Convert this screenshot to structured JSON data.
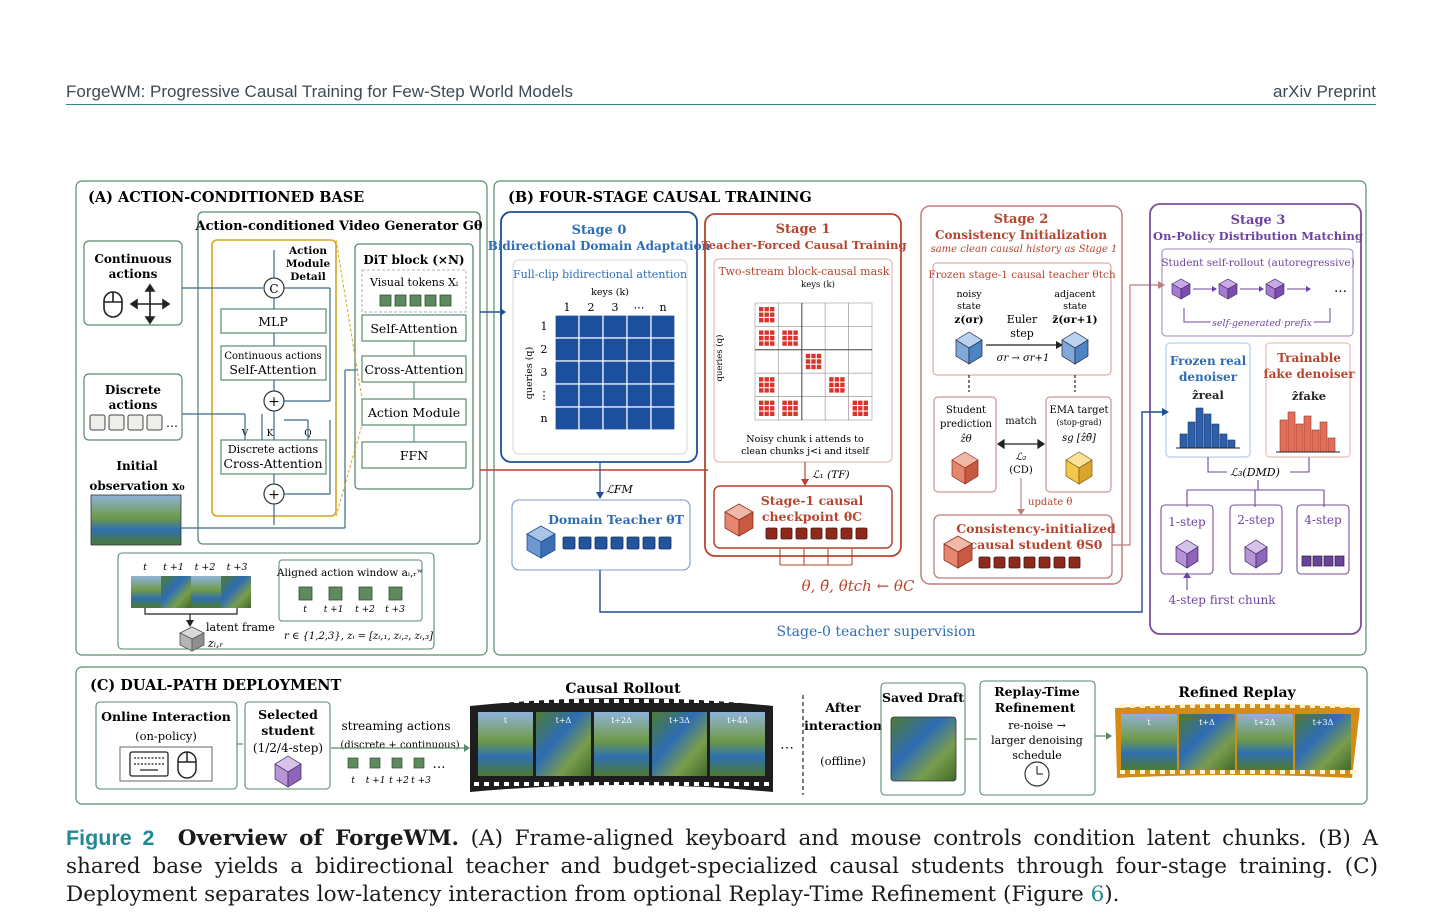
{
  "header": {
    "left": "ForgeWM: Progressive Causal Training for Few-Step World Models",
    "right": "arXiv Preprint"
  },
  "panel_a": {
    "title": "(A) ACTION-CONDITIONED BASE",
    "generator_title": "Action-conditioned Video Generator Gθ",
    "continuous_actions": [
      "Continuous",
      "actions"
    ],
    "discrete_actions": [
      "Discrete",
      "actions"
    ],
    "initial_observation": [
      "Initial",
      "observation x₀"
    ],
    "amd": [
      "Action",
      "Module",
      "Detail"
    ],
    "concat": "C",
    "mlp": "MLP",
    "cont_self_attn": [
      "Continuous actions",
      "Self-Attention"
    ],
    "disc_cross_attn": [
      "Discrete actions",
      "Cross-Attention"
    ],
    "plus": "+",
    "vkq": [
      "V",
      "K",
      "Q"
    ],
    "dit_title": "DiT block (×N)",
    "visual_tokens": "Visual tokens Xᵢ",
    "dit_blocks": [
      "Self-Attention",
      "Cross-Attention",
      "Action Module",
      "FFN"
    ],
    "timesteps": [
      "t",
      "t +1",
      "t +2",
      "t +3"
    ],
    "aligned_window": "Aligned action window aᵢ,ᵣʷ",
    "latent_frame": [
      "latent frame",
      "zᵢ,ᵣ"
    ],
    "r_formula": "r ∈ {1,2,3}, zᵢ = [zᵢ,₁, zᵢ,₂, zᵢ,₃]"
  },
  "panel_b": {
    "title": "(B) FOUR-STAGE CAUSAL TRAINING",
    "stage0": {
      "title": "Stage 0",
      "subtitle": "Bidirectional Domain Adaptation",
      "attn_title": "Full-clip bidirectional attention",
      "keys": "keys (k)",
      "queries": "queries (q)",
      "cols": [
        "1",
        "2",
        "3",
        "⋯",
        "n"
      ],
      "rows": [
        "1",
        "2",
        "3",
        "⋮",
        "n"
      ],
      "loss": "ℒFM",
      "teacher": "Domain Teacher θT"
    },
    "stage1": {
      "title": "Stage 1",
      "subtitle": "Teacher-Forced Causal Training",
      "mask_title": "Two-stream block-causal mask",
      "keys": "keys (k)",
      "queries": "queries (q)",
      "note": [
        "Noisy chunk i attends to",
        "clean chunks j<i and itself"
      ],
      "loss": "ℒ₁ (TF)",
      "checkpoint": [
        "Stage-1 causal",
        "checkpoint θC"
      ],
      "init": "θ, θ̄, θtch ← θC"
    },
    "stage2": {
      "title": "Stage 2",
      "subtitle": "Consistency Initialization",
      "note": "same clean causal history as Stage 1",
      "frozen": "Frozen stage-1 causal teacher θtch",
      "noisy": [
        "noisy",
        "state",
        "z(σr)"
      ],
      "euler": [
        "Euler",
        "step"
      ],
      "sigma": "σr → σr+1",
      "adjacent": [
        "adjacent",
        "state",
        "z̃(σr+1)"
      ],
      "student": [
        "Student",
        "prediction",
        "ẑθ"
      ],
      "match": "match",
      "ema": [
        "EMA target",
        "(stop-grad)",
        "sg [ẑθ̄]"
      ],
      "loss": [
        "ℒ₂",
        "(CD)"
      ],
      "update": "update θ",
      "student_out": [
        "Consistency-initialized",
        "causal student θS0"
      ]
    },
    "stage3": {
      "title": "Stage 3",
      "subtitle": "On-Policy Distribution Matching",
      "rollout": "Student self-rollout (autoregressive)",
      "prefix": "self-generated prefix",
      "real": [
        "Frozen real",
        "denoiser",
        "ẑreal"
      ],
      "fake": [
        "Trainable",
        "fake denoiser",
        "ẑfake"
      ],
      "loss": "ℒ₃(DMD)",
      "steps": [
        "1-step",
        "2-step",
        "4-step"
      ],
      "first_chunk": "4-step first chunk"
    },
    "supervision": "Stage-0 teacher supervision"
  },
  "panel_c": {
    "title": "(C) DUAL-PATH DEPLOYMENT",
    "online": [
      "Online Interaction",
      "(on-policy)"
    ],
    "selected": [
      "Selected",
      "student",
      "(1/2/4-step)"
    ],
    "streaming": [
      "streaming actions",
      "(discrete + continuous)"
    ],
    "causal_rollout": "Causal Rollout",
    "after": [
      "After",
      "interaction",
      "(offline)"
    ],
    "saved": "Saved Draft",
    "replay": [
      "Replay-Time",
      "Refinement",
      "re-noise →",
      "larger denoising",
      "schedule"
    ],
    "refined": "Refined Replay",
    "frame_labels": [
      "t",
      "t+Δ",
      "t+2Δ",
      "t+3Δ",
      "t+4Δ"
    ],
    "ellipsis": "⋯"
  },
  "caption": {
    "label": "Figure 2",
    "title": "Overview of ForgeWM.",
    "text_a": " (A) Frame-aligned keyboard and mouse controls condition latent chunks. (B) A shared base yields a bidirectional teacher and budget-specialized causal students through four-stage training. (C) Deployment separates low-latency interaction from optional Replay-Time Refinement (Figure ",
    "ref": "6",
    "text_b": ")."
  },
  "colors": {
    "green": "#5a8a6e",
    "gold": "#d4a521",
    "blue": "#1f4e96",
    "red": "#b5452f",
    "rose": "#c07c7c",
    "purple": "#7b4f9d",
    "teal": "#1f8a94"
  }
}
